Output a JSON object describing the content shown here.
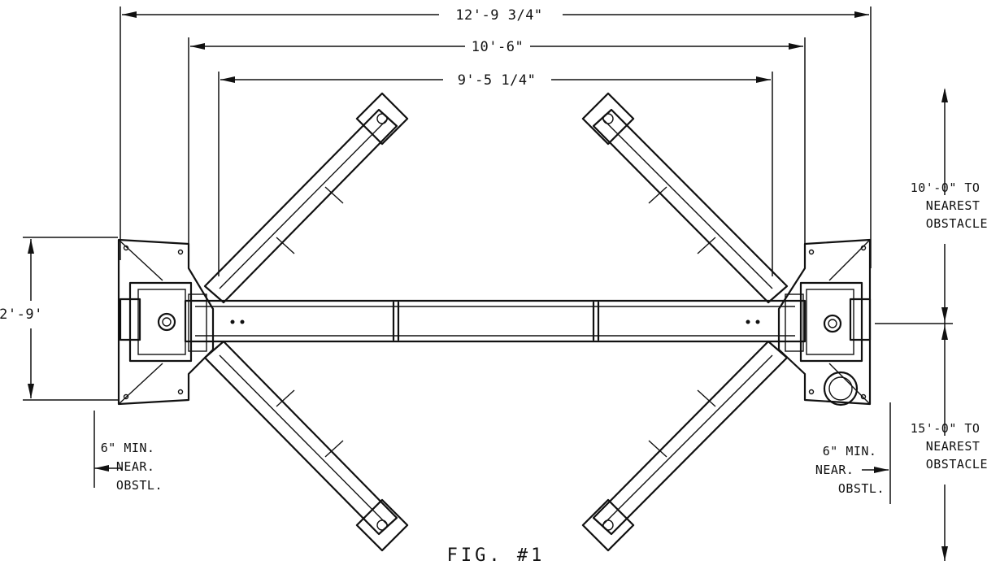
{
  "dimensions": {
    "overall_width": "12'-9 3/4\"",
    "column_width": "10'-6\"",
    "inner_width": "9'-5 1/4\"",
    "base_depth": "2'-9'"
  },
  "clearances": {
    "rear_to_obstacle": [
      "10'-0\" TO",
      "NEAREST",
      "OBSTACLE"
    ],
    "front_to_obstacle": [
      "15'-0\" TO",
      "NEAREST",
      "OBSTACLE"
    ],
    "left_side_min": [
      "6\" MIN.",
      "NEAR.",
      "OBSTL."
    ],
    "right_side_min": [
      "6\" MIN.",
      "NEAR.",
      "OBSTL."
    ]
  },
  "figure_label": "FIG. #1",
  "colors": {
    "ink": "#111111",
    "paper": "#ffffff"
  }
}
